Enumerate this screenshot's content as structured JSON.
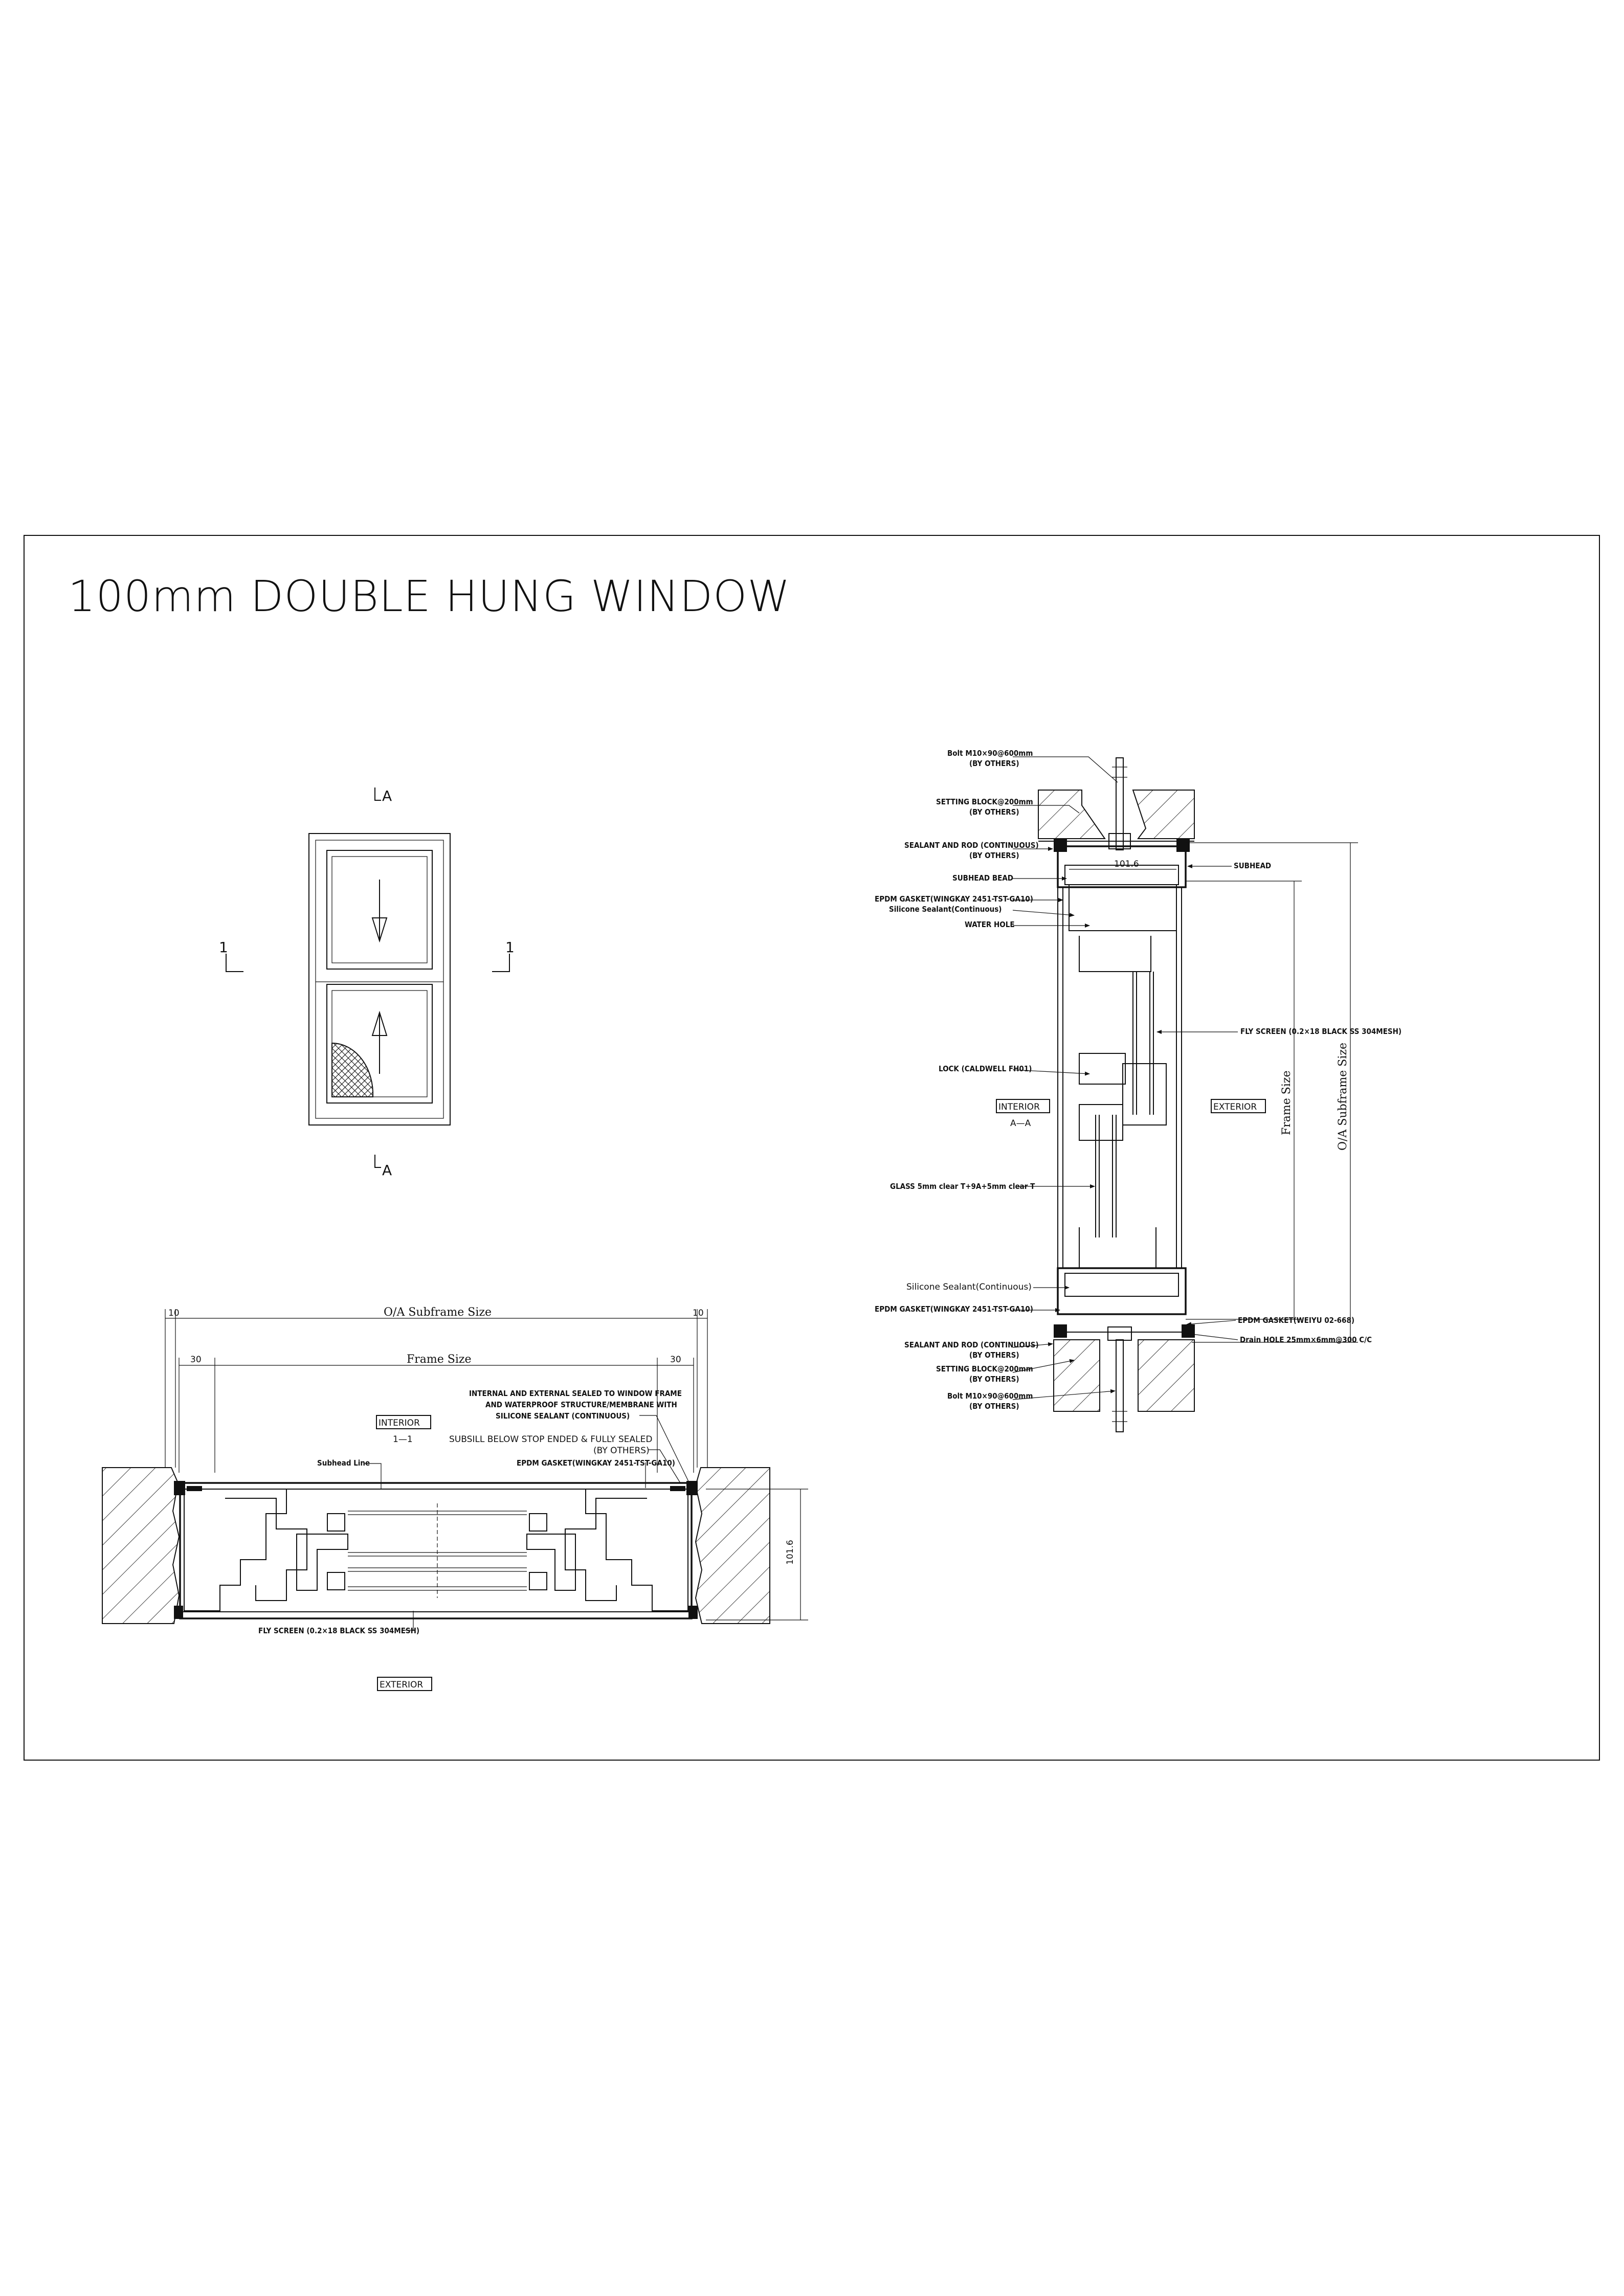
{
  "title": "100mm DOUBLE HUNG WINDOW",
  "elevation": {
    "section_a_top": "A",
    "section_a_bottom": "A",
    "section_1_left": "1",
    "section_1_right": "1"
  },
  "plan_section": {
    "name": "1—1",
    "interior": "INTERIOR",
    "exterior": "EXTERIOR",
    "oa_subframe_size": "O/A Subframe Size",
    "frame_size": "Frame Size",
    "dim_10_left": "10",
    "dim_10_right": "10",
    "dim_30_left": "30",
    "dim_30_right": "30",
    "depth": "101.6",
    "notes": {
      "internal_external_1": "INTERNAL AND EXTERNAL SEALED TO WINDOW FRAME",
      "internal_external_2": "AND WATERPROOF STRUCTURE/MEMBRANE WITH",
      "internal_external_3": "SILICONE SEALANT (CONTINUOUS)",
      "subsill_1": "SUBSILL BELOW STOP ENDED & FULLY SEALED",
      "subsill_2": "(BY OTHERS)",
      "epdm": "EPDM GASKET(WINGKAY 2451-TST-GA10)",
      "subhead_line": "Subhead Line",
      "fly_screen": "FLY SCREEN (0.2×18 BLACK SS 304MESH)"
    }
  },
  "vertical_section": {
    "name": "A—A",
    "interior": "INTERIOR",
    "exterior": "EXTERIOR",
    "depth": "101.6",
    "frame_size": "Frame Size",
    "oa_subframe_size": "O/A Subframe Size",
    "notes_left": {
      "bolt_top_1": "Bolt M10×90@600mm",
      "bolt_top_2": "(BY OTHERS)",
      "setting_top_1": "SETTING BLOCK@200mm",
      "setting_top_2": "(BY OTHERS)",
      "sealant_top_1": "SEALANT AND ROD (CONTINUOUS)",
      "sealant_top_2": "(BY OTHERS)",
      "subhead_bead": "SUBHEAD BEAD",
      "epdm_top": "EPDM GASKET(WINGKAY 2451-TST-GA10)",
      "silicone_top": "Silicone Sealant(Continuous)",
      "water_hole": "WATER HOLE",
      "lock": "LOCK (CALDWELL FH01)",
      "glass": "GLASS 5mm clear T+9A+5mm clear T",
      "silicone_bottom": "Silicone Sealant(Continuous)",
      "epdm_bottom": "EPDM GASKET(WINGKAY 2451-TST-GA10)",
      "sealant_bottom_1": "SEALANT AND ROD (CONTINUOUS)",
      "sealant_bottom_2": "(BY OTHERS)",
      "setting_bottom_1": "SETTING BLOCK@200mm",
      "setting_bottom_2": "(BY OTHERS)",
      "bolt_bottom_1": "Bolt M10×90@600mm",
      "bolt_bottom_2": "(BY OTHERS)"
    },
    "notes_right": {
      "subhead": "SUBHEAD",
      "fly_screen": "FLY SCREEN (0.2×18 BLACK SS 304MESH)",
      "epdm": "EPDM GASKET(WEIYU 02-668)",
      "drain_hole": "Drain HOLE 25mm×6mm@300 C/C"
    }
  }
}
